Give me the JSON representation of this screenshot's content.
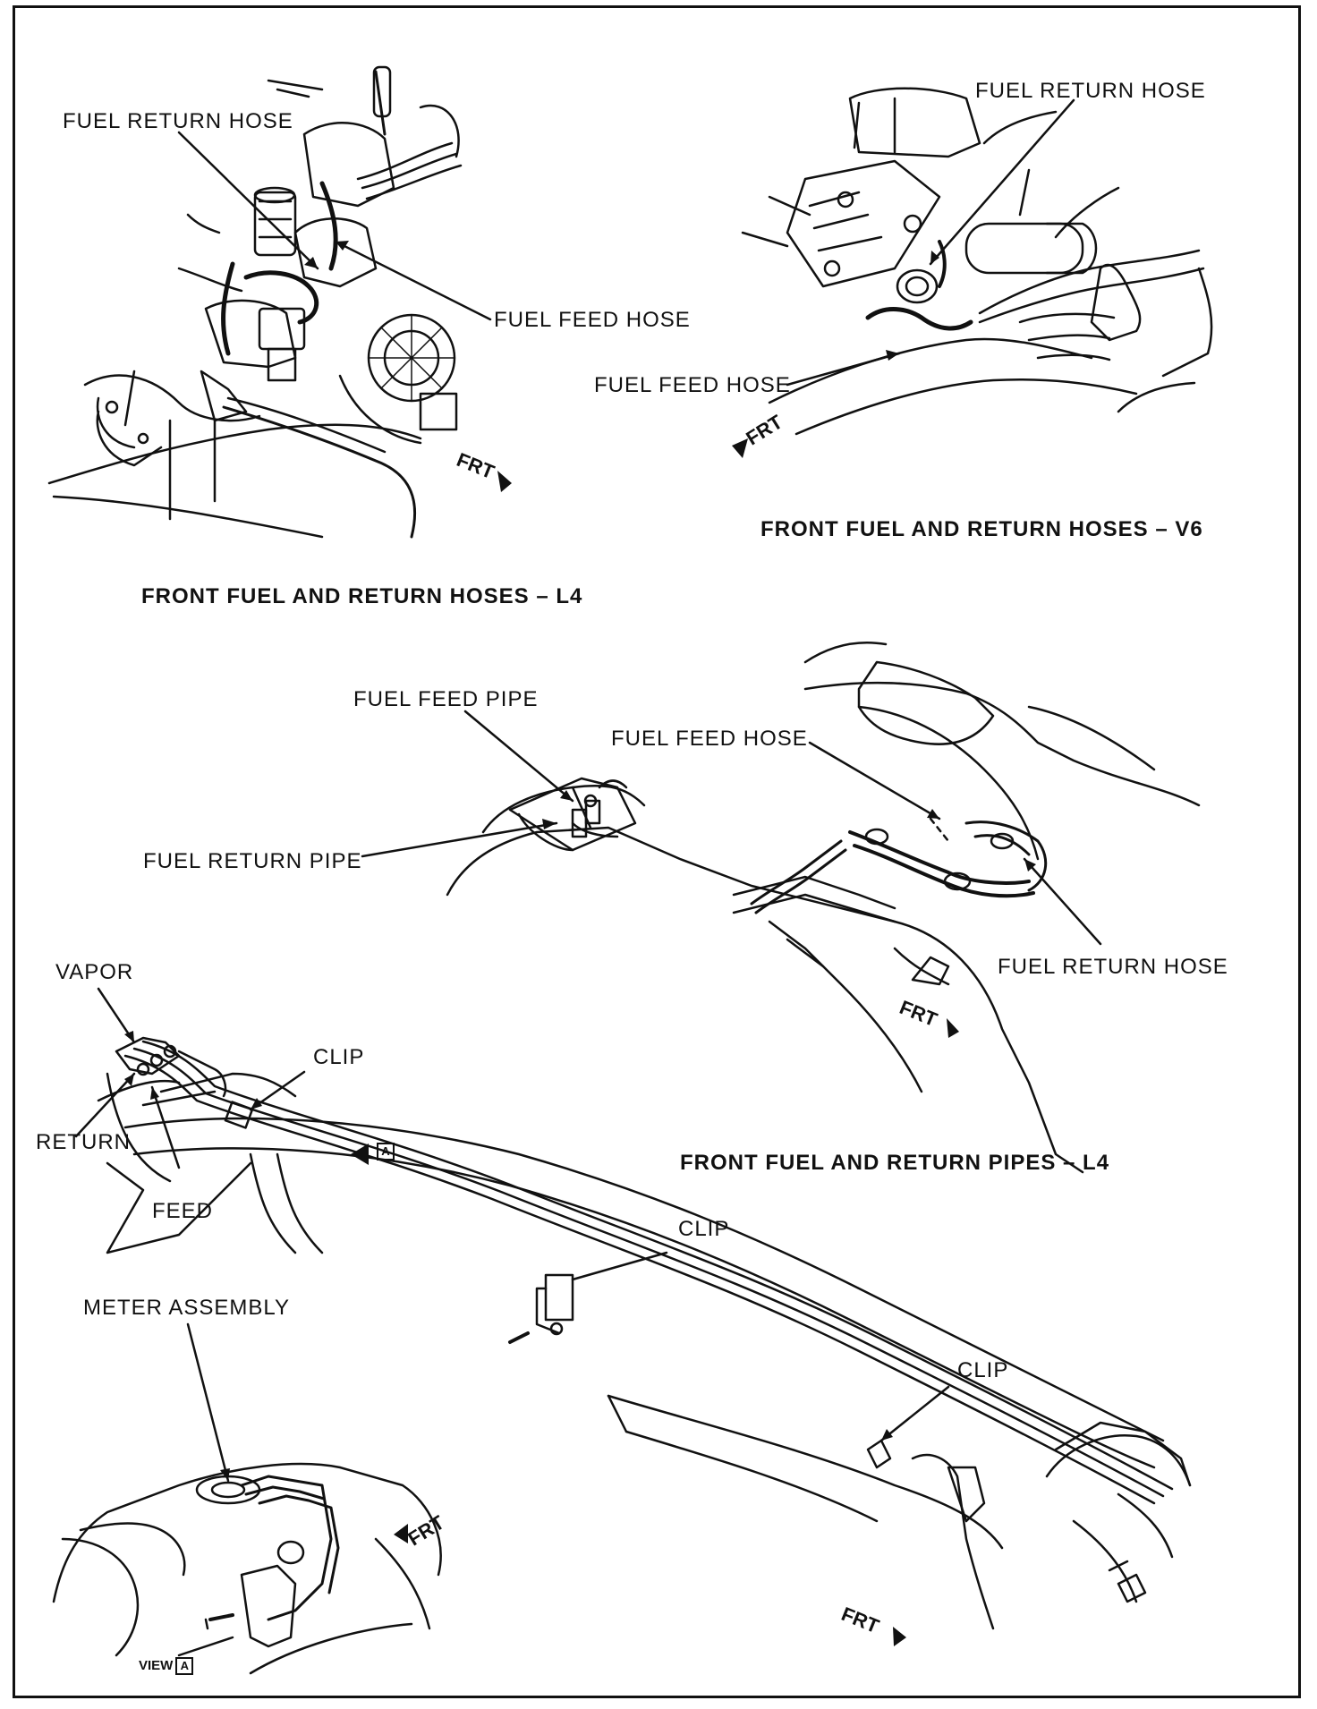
{
  "panels": {
    "l4_hoses": {
      "caption": "FRONT FUEL AND RETURN HOSES – L4",
      "return_hose": "FUEL RETURN HOSE",
      "feed_hose": "FUEL FEED HOSE",
      "frt": "FRT"
    },
    "v6_hoses": {
      "caption": "FRONT FUEL AND RETURN HOSES – V6",
      "return_hose": "FUEL RETURN HOSE",
      "feed_hose": "FUEL FEED HOSE",
      "frt": "FRT"
    },
    "l4_pipes": {
      "caption": "FRONT FUEL AND RETURN PIPES – L4",
      "feed_pipe": "FUEL FEED PIPE",
      "feed_hose": "FUEL FEED HOSE",
      "return_pipe": "FUEL RETURN PIPE",
      "return_hose": "FUEL RETURN HOSE",
      "frt": "FRT"
    },
    "rear_lines": {
      "vapor": "VAPOR",
      "clip_1": "CLIP",
      "return": "RETURN",
      "feed": "FEED",
      "view_arrow_letter": "A",
      "clip_2": "CLIP",
      "meter_assembly": "METER ASSEMBLY",
      "clip_3": "CLIP",
      "frt_tank": "FRT",
      "frt_rail": "FRT",
      "view_label": "VIEW",
      "view_letter": "A"
    }
  }
}
